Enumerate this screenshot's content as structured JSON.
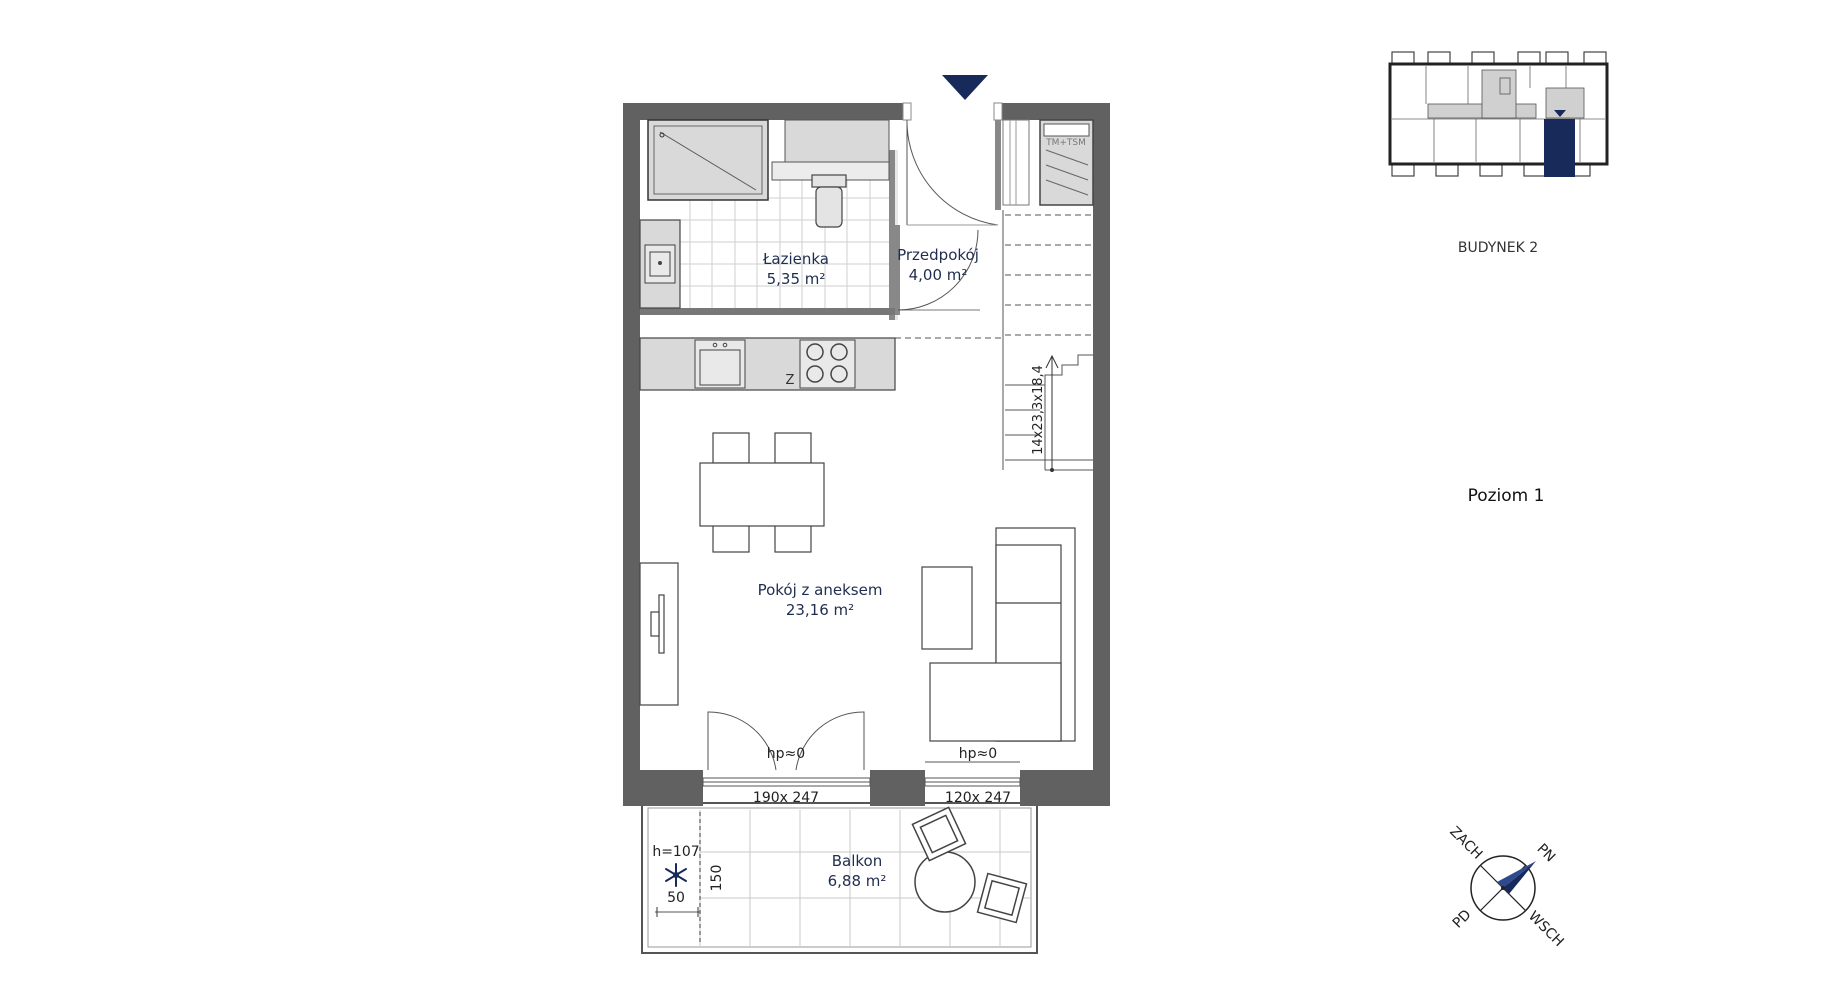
{
  "colors": {
    "wall": "#616161",
    "fixture": "#d9d9d9",
    "accent": "#172a5a",
    "line": "#4a4a4a",
    "text": "#1f2d4f"
  },
  "rooms": [
    {
      "name": "Łazienka",
      "area": "5,35 m²"
    },
    {
      "name": "Przedpokój",
      "area": "4,00 m²"
    },
    {
      "name": "Pokój z aneksem",
      "area": "23,16 m²"
    },
    {
      "name": "Balkon",
      "area": "6,88 m²"
    }
  ],
  "windows": [
    {
      "size": "190x 247",
      "sill": "hp≈0"
    },
    {
      "size": "120x 247",
      "sill": "hp≈0"
    }
  ],
  "stairs": {
    "label": "14x23,3x18,4"
  },
  "utility": {
    "label": "TM+TSM"
  },
  "fridge": {
    "label": "Z"
  },
  "ac_unit": {
    "height": "h=107",
    "width": "50",
    "depth": "150"
  },
  "building": {
    "label": "BUDYNEK 2"
  },
  "level": {
    "label": "Poziom 1"
  },
  "compass": {
    "n": "PN",
    "w": "ZACH",
    "s": "PD",
    "e": "WSCH"
  }
}
